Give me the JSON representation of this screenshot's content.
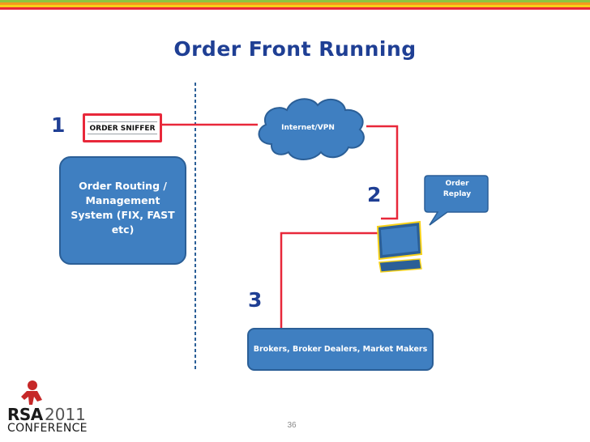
{
  "slide": {
    "title": "Order Front Running",
    "page_number": "36"
  },
  "colors": {
    "title": "#1f3f94",
    "accent_red": "#e8283a",
    "box_blue": "#3f7fc1",
    "stripe_green": "#8cc63f",
    "stripe_orange": "#f39a1e",
    "stripe_yellow": "#f7d117",
    "stripe_red": "#e8283a"
  },
  "diagram": {
    "step1": "1",
    "step2": "2",
    "step3": "3",
    "sniffer_label": "ORDER SNIFFER",
    "routing_label": "Order Routing / Management System (FIX, FAST etc)",
    "cloud_label": "Internet/VPN",
    "replay_line1": "Order",
    "replay_line2": "Replay",
    "brokers_label": "Brokers, Broker Dealers,  Market Makers"
  },
  "logo": {
    "rsa": "RSA",
    "year": "2011",
    "conference": "CONFERENCE"
  }
}
